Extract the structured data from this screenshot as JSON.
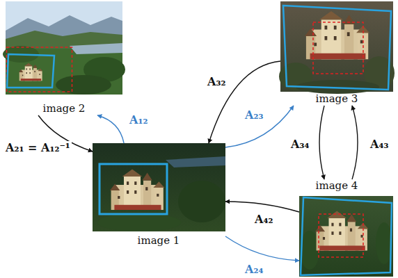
{
  "diagram": {
    "nodes": [
      {
        "text": [
          "image 2"
        ]
      },
      {
        "text": [
          "image 3"
        ]
      },
      {
        "text": [
          "image 1"
        ]
      },
      {
        "text": [
          "image 4"
        ]
      }
    ],
    "edges": [
      {
        "from": 2,
        "to": 0,
        "arrow": "to",
        "label": "A₁₂"
      },
      {
        "from": 0,
        "to": 2,
        "arrow": "to",
        "label": "A₂₁ = A₁₂⁻¹"
      },
      {
        "from": 2,
        "to": 1,
        "arrow": "to",
        "label": "A₂₃"
      },
      {
        "from": 1,
        "to": 2,
        "arrow": "to",
        "label": "A₃₂"
      },
      {
        "from": 1,
        "to": 3,
        "arrow": "to",
        "label": "A₃₄"
      },
      {
        "from": 3,
        "to": 1,
        "arrow": "to",
        "label": "A₄₃"
      },
      {
        "from": 3,
        "to": 2,
        "arrow": "to",
        "label": "A₄₂"
      },
      {
        "from": 2,
        "to": 3,
        "arrow": "to",
        "label": "A₂₄"
      }
    ]
  }
}
